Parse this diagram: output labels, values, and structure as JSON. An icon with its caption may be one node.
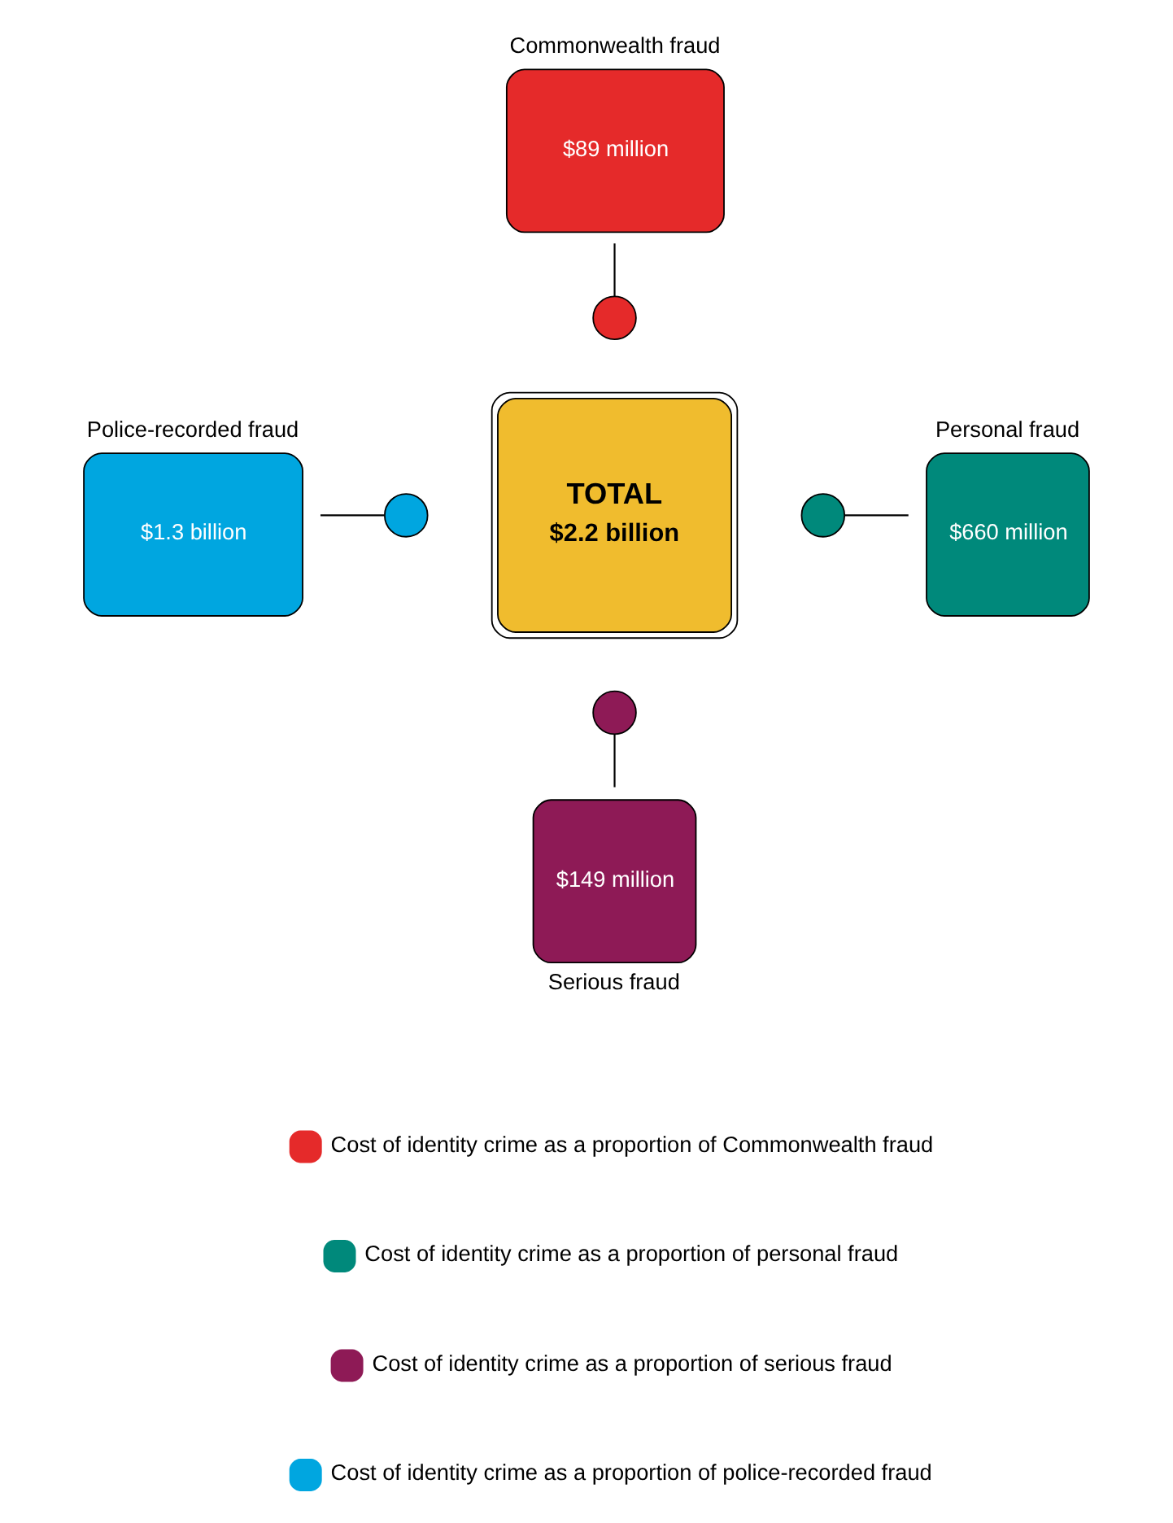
{
  "diagram": {
    "nodes": [
      {
        "text": [
          "TOTAL",
          "$2.2 billion"
        ]
      },
      {
        "text": [
          "Commonwealth fraud",
          "$89 million"
        ]
      },
      {
        "text": [],
        "shape": "circle"
      },
      {
        "text": [
          "Police-recorded fraud",
          "$1.3 billion"
        ]
      },
      {
        "text": [],
        "shape": "circle"
      },
      {
        "text": [
          "Personal fraud",
          "$660 million"
        ]
      },
      {
        "text": [],
        "shape": "circle"
      },
      {
        "text": [
          "$149 million",
          "Serious fraud"
        ]
      },
      {
        "text": [],
        "shape": "circle"
      }
    ],
    "edges": [
      {
        "from": 1,
        "to": 2,
        "arrow": "none"
      },
      {
        "from": 3,
        "to": 4,
        "arrow": "none"
      },
      {
        "from": 6,
        "to": 5,
        "arrow": "none"
      },
      {
        "from": 8,
        "to": 7,
        "arrow": "none"
      }
    ],
    "legend": [
      {
        "text": "Cost of identity crime as a proportion of Commonwealth fraud",
        "color": "#e52a2a"
      },
      {
        "text": "Cost of identity crime as a proportion of personal fraud",
        "color": "#00897b"
      },
      {
        "text": "Cost of identity crime as a proportion of serious fraud",
        "color": "#8e1a56"
      },
      {
        "text": "Cost of identity crime as a proportion of police-recorded fraud",
        "color": "#00a6e0"
      }
    ]
  }
}
